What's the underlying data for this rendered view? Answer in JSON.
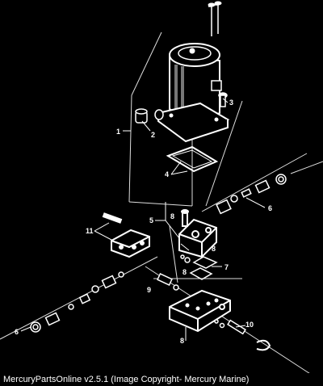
{
  "diagram": {
    "callouts": [
      "1",
      "2",
      "3",
      "4",
      "5",
      "6",
      "6",
      "7",
      "8",
      "8",
      "8",
      "8",
      "9",
      "10",
      "11"
    ]
  },
  "footer": {
    "text": "MercuryPartsOnline v2.5.1 (Image Copyright- Mercury Marine)"
  }
}
